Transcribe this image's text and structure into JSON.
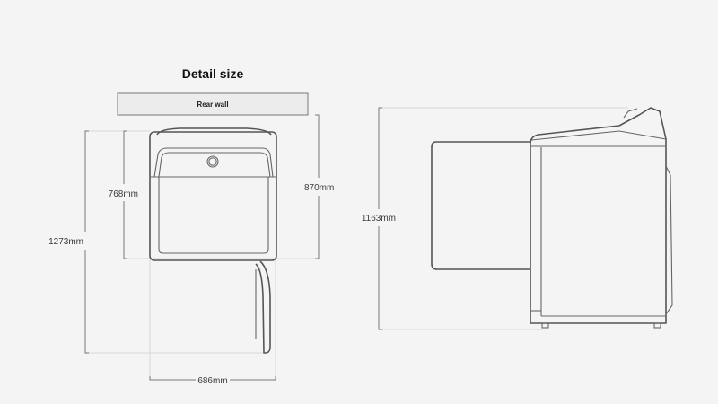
{
  "title": "Detail size",
  "rear_wall_label": "Rear wall",
  "dimensions": {
    "total_depth_door_open": "1273mm",
    "depth": "768mm",
    "depth_to_wall": "870mm",
    "width": "686mm",
    "height_lid_open": "1163mm"
  }
}
